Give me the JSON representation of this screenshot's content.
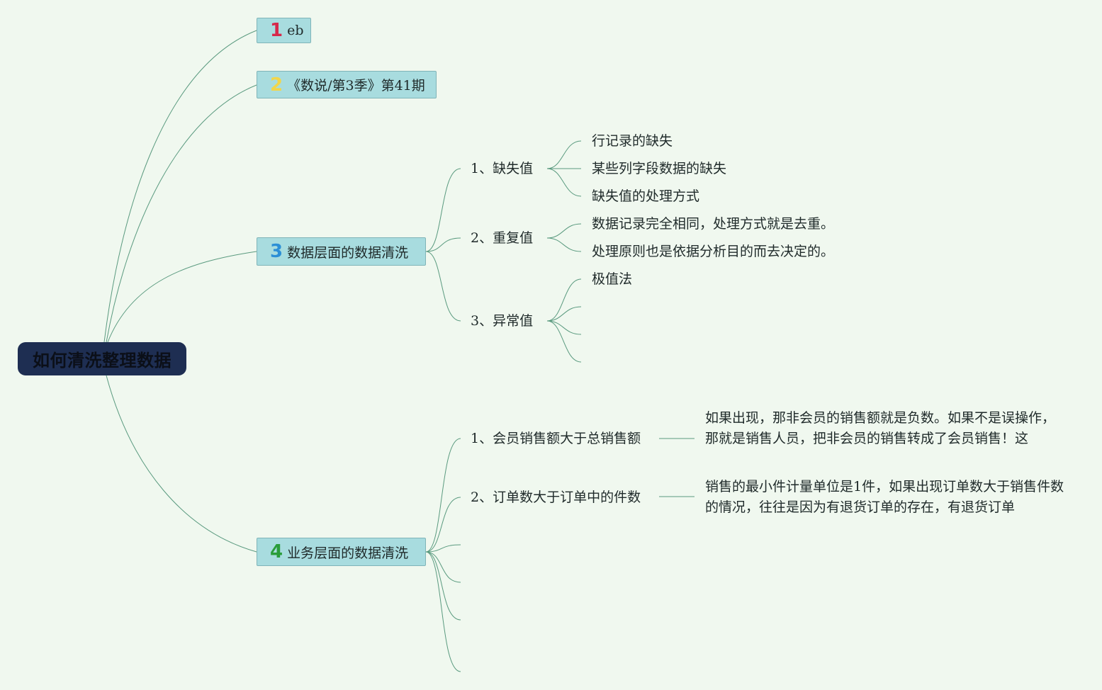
{
  "root": {
    "label": "如何清洗整理数据"
  },
  "topics": [
    {
      "num": "1",
      "num_color": "#d6284a",
      "label": "eb"
    },
    {
      "num": "2",
      "num_color": "#f2d64b",
      "label": "《数说/第3季》第41期"
    },
    {
      "num": "3",
      "num_color": "#2c8fd6",
      "label": "数据层面的数据清洗"
    },
    {
      "num": "4",
      "num_color": "#2a9d3a",
      "label": "业务层面的数据清洗"
    }
  ],
  "data_cleaning": [
    {
      "label": "1、缺失值",
      "children": [
        "行记录的缺失",
        "某些列字段数据的缺失",
        "缺失值的处理方式"
      ]
    },
    {
      "label": "2、重复值",
      "children": [
        "数据记录完全相同，处理方式就是去重。",
        "处理原则也是依据分析目的而去决定的。"
      ]
    },
    {
      "label": "3、异常值",
      "children": [
        "极值法"
      ]
    }
  ],
  "business_cleaning": [
    {
      "label": "1、会员销售额大于总销售额",
      "detail": "如果出现，那非会员的销售额就是负数。如果不是误操作，那就是销售人员，把非会员的销售转成了会员销售！这"
    },
    {
      "label": "2、订单数大于订单中的件数",
      "detail": "销售的最小件计量单位是1件，如果出现订单数大于销售件数的情况，往往是因为有退货订单的存在，有退货订单"
    }
  ],
  "colors": {
    "background": "#f0f8ef",
    "line": "#5a9a7f",
    "topic_fill": "#a8dcdf",
    "root_fill": "#1e2e52"
  }
}
